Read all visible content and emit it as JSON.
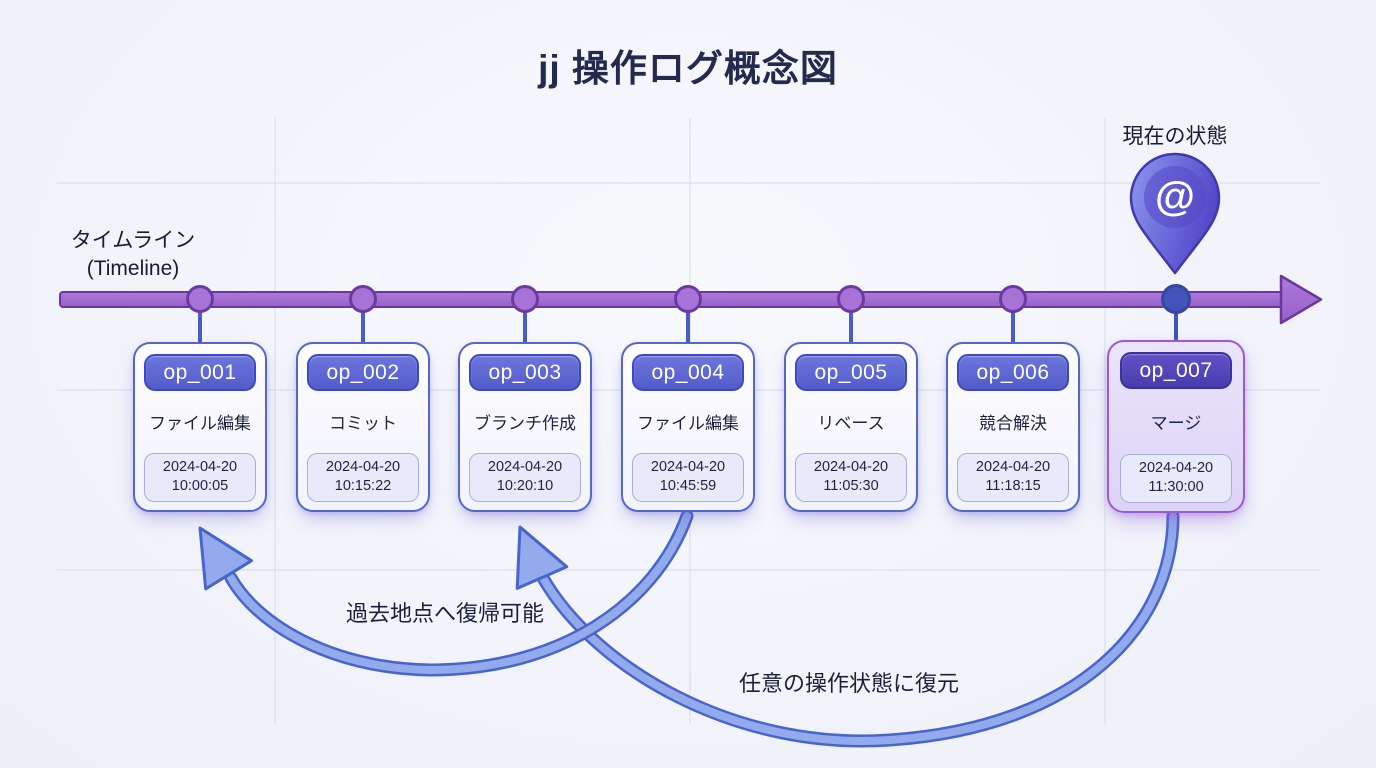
{
  "title": "jj 操作ログ概念図",
  "timeline": {
    "label_line1": "タイムライン",
    "label_line2": "(Timeline)",
    "current_state_label": "現在の状態",
    "pin_symbol": "@"
  },
  "operations": [
    {
      "id": "op_001",
      "label": "ファイル編集",
      "date": "2024-04-20",
      "time": "10:00:05",
      "current": false
    },
    {
      "id": "op_002",
      "label": "コミット",
      "date": "2024-04-20",
      "time": "10:15:22",
      "current": false
    },
    {
      "id": "op_003",
      "label": "ブランチ作成",
      "date": "2024-04-20",
      "time": "10:20:10",
      "current": false
    },
    {
      "id": "op_004",
      "label": "ファイル編集",
      "date": "2024-04-20",
      "time": "10:45:59",
      "current": false
    },
    {
      "id": "op_005",
      "label": "リベース",
      "date": "2024-04-20",
      "time": "11:05:30",
      "current": false
    },
    {
      "id": "op_006",
      "label": "競合解決",
      "date": "2024-04-20",
      "time": "11:18:15",
      "current": false
    },
    {
      "id": "op_007",
      "label": "マージ",
      "date": "2024-04-20",
      "time": "11:30:00",
      "current": true
    }
  ],
  "annotations": {
    "restore_past": "過去地点へ復帰可能",
    "restore_any": "任意の操作状態に復元"
  },
  "colors": {
    "background": "#f2f4f9",
    "title_text": "#232a4d",
    "timeline_bar": "#a26fd2",
    "timeline_border": "#6c36a2",
    "node_fill": "#a873d6",
    "node_border": "#6a3aa2",
    "current_node_fill": "#4254ba",
    "stem_blue": "#4b5bc8",
    "card_border": "#5665c8",
    "badge_fill": "#5a63cf",
    "badge_border": "#3d49c0",
    "timestamp_fill": "#e8e9f9",
    "timestamp_border": "#a8aee2",
    "current_card_fill": "#e0d8f7",
    "current_card_border": "#9a5ad8",
    "current_badge_fill": "#4d41b5",
    "arrow_band": "#93aaec",
    "arrow_edge": "#4865ca",
    "pin_gradient_light": "#8d97ee",
    "pin_gradient_dark": "#5247c8"
  }
}
